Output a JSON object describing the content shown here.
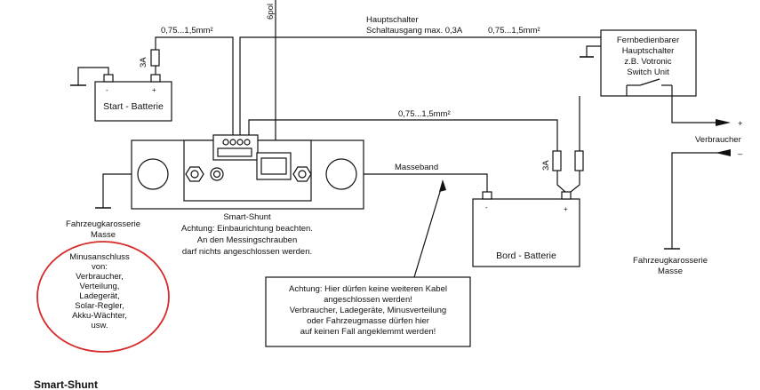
{
  "title": "Smart-Shunt",
  "start_battery": {
    "label": "Start - Batterie",
    "minus": "-",
    "plus": "+"
  },
  "board_battery": {
    "label": "Bord - Batterie",
    "minus": "-",
    "plus": "+"
  },
  "switch_unit": {
    "line1": "Fernbedienbarer",
    "line2": "Hauptschalter",
    "line3": "z.B. Votronic",
    "line4": "Switch Unit"
  },
  "wires": {
    "start_cable": "0,75...1,5mm²",
    "main_switch_line1": "Hauptschalter",
    "main_switch_line2": "Schaltausgang max. 0,3A",
    "switch_cable": "0,75...1,5mm²",
    "board_cable": "0,75...1,5mm²",
    "fuse_start": "3A",
    "fuse_board": "3A",
    "connector_6pol": "6pol",
    "masseband": "Masseband"
  },
  "shunt": {
    "line1": "Smart-Shunt",
    "line2": "Achtung: Einbaurichtung beachten.",
    "line3": "An den Messingschrauben",
    "line4": "darf nichts angeschlossen werden."
  },
  "ground_left": {
    "line1": "Fahrzeugkarosserie",
    "line2": "Masse"
  },
  "ground_right": {
    "line1": "Fahrzeugkarosserie",
    "line2": "Masse"
  },
  "consumer": {
    "label": "Verbraucher",
    "plus": "+",
    "minus": "–"
  },
  "minus_note": {
    "lines": [
      "Minusanschluss",
      "von:",
      "Verbraucher,",
      "Verteilung,",
      "Ladegerät,",
      "Solar-Regler,",
      "Akku-Wächter,",
      "usw."
    ]
  },
  "warning": {
    "lines": [
      "Achtung: Hier dürfen keine weiteren Kabel",
      "angeschlossen werden!",
      "Verbraucher, Ladegeräte, Minusverteilung",
      "oder Fahrzeugmasse dürfen hier",
      "auf keinen Fall angeklemmt werden!"
    ]
  },
  "colors": {
    "circle": "#d62c2c",
    "line": "#111111"
  }
}
